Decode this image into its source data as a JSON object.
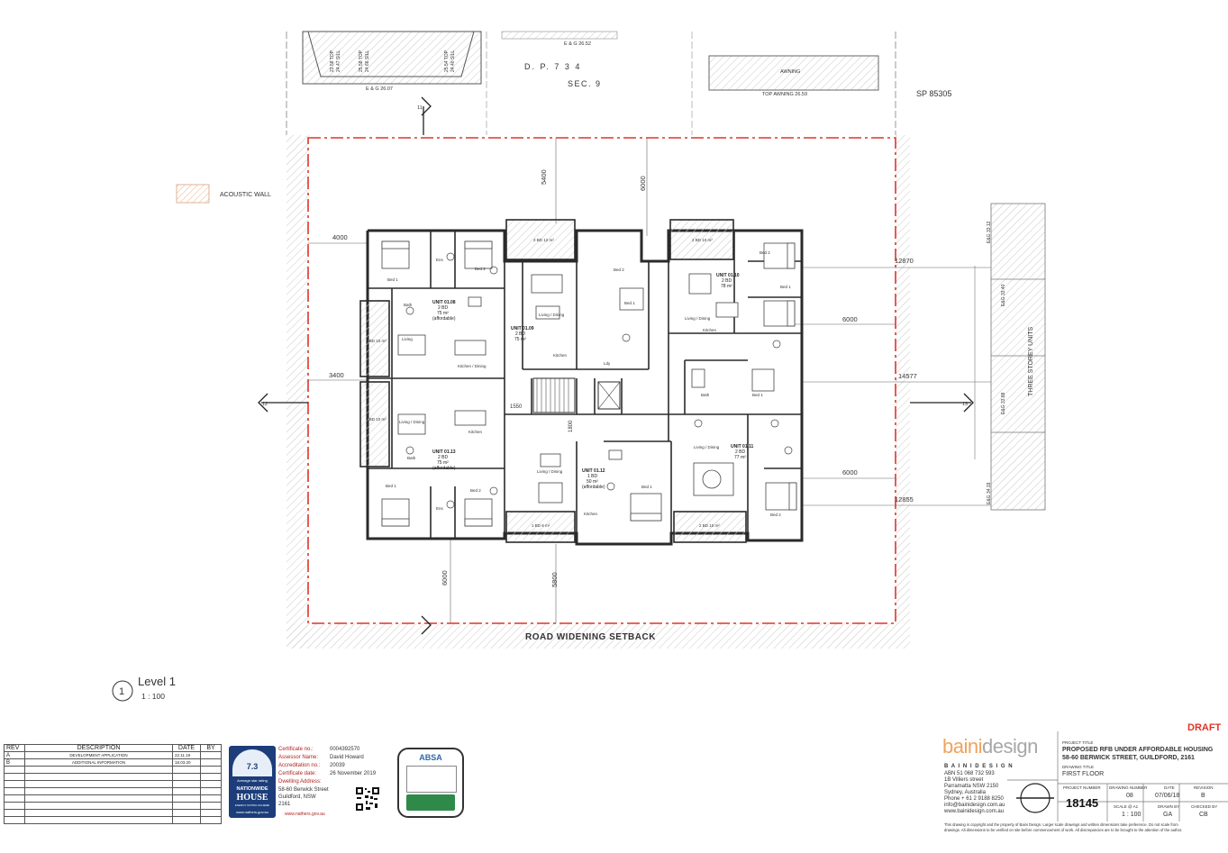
{
  "plan": {
    "top_labels": {
      "dp": "D. P. 7 3 4",
      "sec": "SEC. 9",
      "sp": "SP 85305",
      "awning": "AWNING",
      "top_awning": "TOP AWNING 26.59",
      "eg_left": "E & G 26.07",
      "eg_mid": "E & G 26.52",
      "rl_a": "23.58 TOP",
      "rl_b": "24.47 SILL",
      "rl_c": "25.58 TOP",
      "rl_d": "24.66 SILL",
      "rl_e": "25.54 TOP",
      "rl_f": "24.40 SILL"
    },
    "legend_acoustic": "ACOUSTIC WALL",
    "dims": {
      "d4000": "4000",
      "d3400": "3400",
      "d5400": "5400",
      "d6000_top": "6000",
      "d12870": "12870",
      "d6000_r1": "6000",
      "d14577": "14577",
      "d6000_r2": "6000",
      "d12855": "12855",
      "d6000_b1": "6000",
      "d5800": "5800",
      "d1550": "1550",
      "d1800": "1800"
    },
    "units": [
      {
        "name": "UNIT 01.08",
        "beds": "2 BD",
        "area": "75 m²",
        "type": "(affordable)"
      },
      {
        "name": "UNIT 01.09",
        "beds": "2 BD",
        "area": "75 m²",
        "type": ""
      },
      {
        "name": "UNIT 01.10",
        "beds": "2 BD",
        "area": "78 m²",
        "type": ""
      },
      {
        "name": "UNIT 01.11",
        "beds": "2 BD",
        "area": "77 m²",
        "type": ""
      },
      {
        "name": "UNIT 01.12",
        "beds": "1 BD",
        "area": "50 m²",
        "type": "(affordable)"
      },
      {
        "name": "UNIT 01.13",
        "beds": "2 BD",
        "area": "75 m²",
        "type": "(affordable)"
      }
    ],
    "rooms": {
      "bed1": "Bed 1",
      "bed2": "Bed 2",
      "living": "Living",
      "living_dining": "Living / Dining",
      "kitchen": "Kitchen",
      "kitchen_dining": "Kitchen / Dining",
      "bath": "Bath",
      "ens": "Ens",
      "ldy": "Ldy"
    },
    "balconies": {
      "b2bd_12": "2 BD 12 m²",
      "b2bd_10": "2 BD 10 m²",
      "b1bd_8": "1 BD 8 m²"
    },
    "right_labels": {
      "three_storey": "THREE STOREY UNITS",
      "eg_a": "E&G 33.12",
      "eg_b": "E&G 33.40",
      "eg_c": "E&G 33.88",
      "eg_d": "E&G 34.19"
    },
    "section_marks": [
      "11",
      "12",
      "13"
    ],
    "road_setback": "ROAD WIDENING SETBACK"
  },
  "view": {
    "number": "1",
    "title": "Level 1",
    "scale": "1 : 100"
  },
  "revisions": {
    "headers": [
      "REV",
      "DESCRIPTION",
      "DATE",
      "BY"
    ],
    "rows": [
      [
        "A",
        "DEVELOPMENT APPLICATION",
        "22.11.19",
        ""
      ],
      [
        "B",
        "ADDITIONAL INFORMATION",
        "18.03.20",
        ""
      ]
    ]
  },
  "nathers": {
    "rating": "7.3",
    "rating_caption": "Average star rating",
    "brand": "NATIONWIDE",
    "brand2": "HOUSE",
    "brand3": "ENERGY RATING SCHEME",
    "url": "www.nathers.gov.au",
    "cert_label": "Certificate no.:",
    "cert_value": "0004392570",
    "assessor_label": "Assessor Name:",
    "assessor_value": "David Howard",
    "accr_label": "Accreditation no.:",
    "accr_value": "20039",
    "date_label": "Certificate date:",
    "date_value": "26 November 2019",
    "address_label": "Dwelling Address:",
    "address_l1": "58-60 Berwick Street",
    "address_l2": "Guildford, NSW",
    "address_l3": "2161",
    "footer_url": "www.nathers.gov.au",
    "absa": "ABSA"
  },
  "titleblock": {
    "draft": "DRAFT",
    "logo_a": "baini",
    "logo_b": "design",
    "company": "B A I N I   D E S I G N",
    "abn": "ABN 51 068 732 593",
    "street": "1B Villiers street",
    "suburb": "Parramatta  NSW 2150",
    "city": "Sydney, Australia",
    "phone": "Phone + 61 2 9188 8250",
    "email": "info@bainidesign.com.au",
    "web": "www.bainidesign.com.au",
    "project_title_label": "PROJECT TITLE",
    "project_title_1": "PROPOSED RFB UNDER AFFORDABLE HOUSING",
    "project_title_2": "58-60 BERWICK STREET, GUILDFORD, 2161",
    "drawing_title_label": "DRAWING TITLE",
    "drawing_title": "FIRST FLOOR",
    "proj_no_label": "PROJECT NUMBER",
    "proj_no": "18145",
    "drawing_no_label": "DRAWING NUMBER",
    "drawing_no": "08",
    "date_label": "DATE",
    "date": "07/06/18",
    "revision_label": "REVISION",
    "revision": "B",
    "scale_label": "SCALE @ A1",
    "scale": "1 : 100",
    "drawn_label": "DRAWN BY",
    "drawn": "GA",
    "checked_label": "CHECKED BY",
    "checked": "CB",
    "disclaimer_1": "This drawing is copyright and the property of Baini Design. Larger scale drawings and written dimensions take preference. Do not scale from",
    "disclaimer_2": "drawings. All dimensions to be verified on site before commencement of work. All discrepancies are to be brought to the attention of the author."
  }
}
